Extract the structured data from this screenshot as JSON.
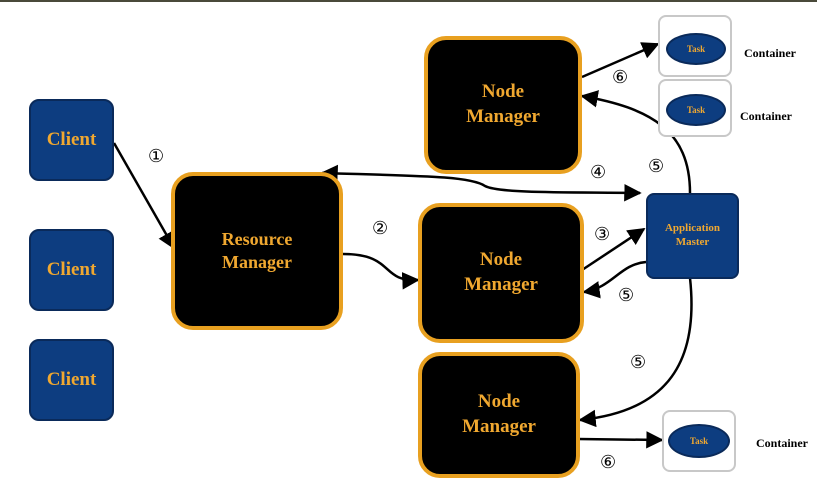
{
  "clients": [
    {
      "label": "Client"
    },
    {
      "label": "Client"
    },
    {
      "label": "Client"
    }
  ],
  "resource_manager": {
    "label": "Resource\nManager"
  },
  "node_managers": [
    {
      "label": "Node\nManager"
    },
    {
      "label": "Node\nManager"
    },
    {
      "label": "Node\nManager"
    }
  ],
  "application_master": {
    "label": "Application\nMaster"
  },
  "containers": [
    {
      "task": "Task",
      "label": "Container"
    },
    {
      "task": "Task",
      "label": "Container"
    },
    {
      "task": "Task",
      "label": "Container"
    }
  ],
  "steps": {
    "s1": "①",
    "s2": "②",
    "s3": "③",
    "s4": "④",
    "s5a": "⑤",
    "s5b": "⑤",
    "s5c": "⑤",
    "s6a": "⑥",
    "s6b": "⑥"
  },
  "colors": {
    "node_fill": "#0d3d80",
    "manager_fill": "#000000",
    "manager_border": "#e8a020",
    "label_text": "#f0a830",
    "arrow": "#000000"
  }
}
